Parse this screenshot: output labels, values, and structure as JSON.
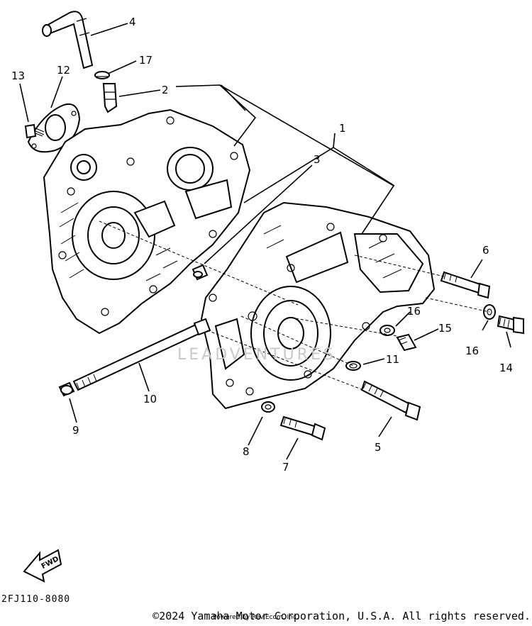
{
  "callouts": [
    "1",
    "2",
    "3",
    "4",
    "5",
    "6",
    "7",
    "8",
    "9",
    "10",
    "11",
    "12",
    "13",
    "14",
    "15",
    "16",
    "16",
    "17"
  ],
  "fwd_label": "FWD",
  "diagram_code": "2FJ110-8080",
  "copyright": "©2024 Yamaha Motor Corporation, U.S.A. All rights reserved.",
  "render_note": "Powered by Rev.Ecom, Inc.",
  "watermark": "LEADVENTURES"
}
